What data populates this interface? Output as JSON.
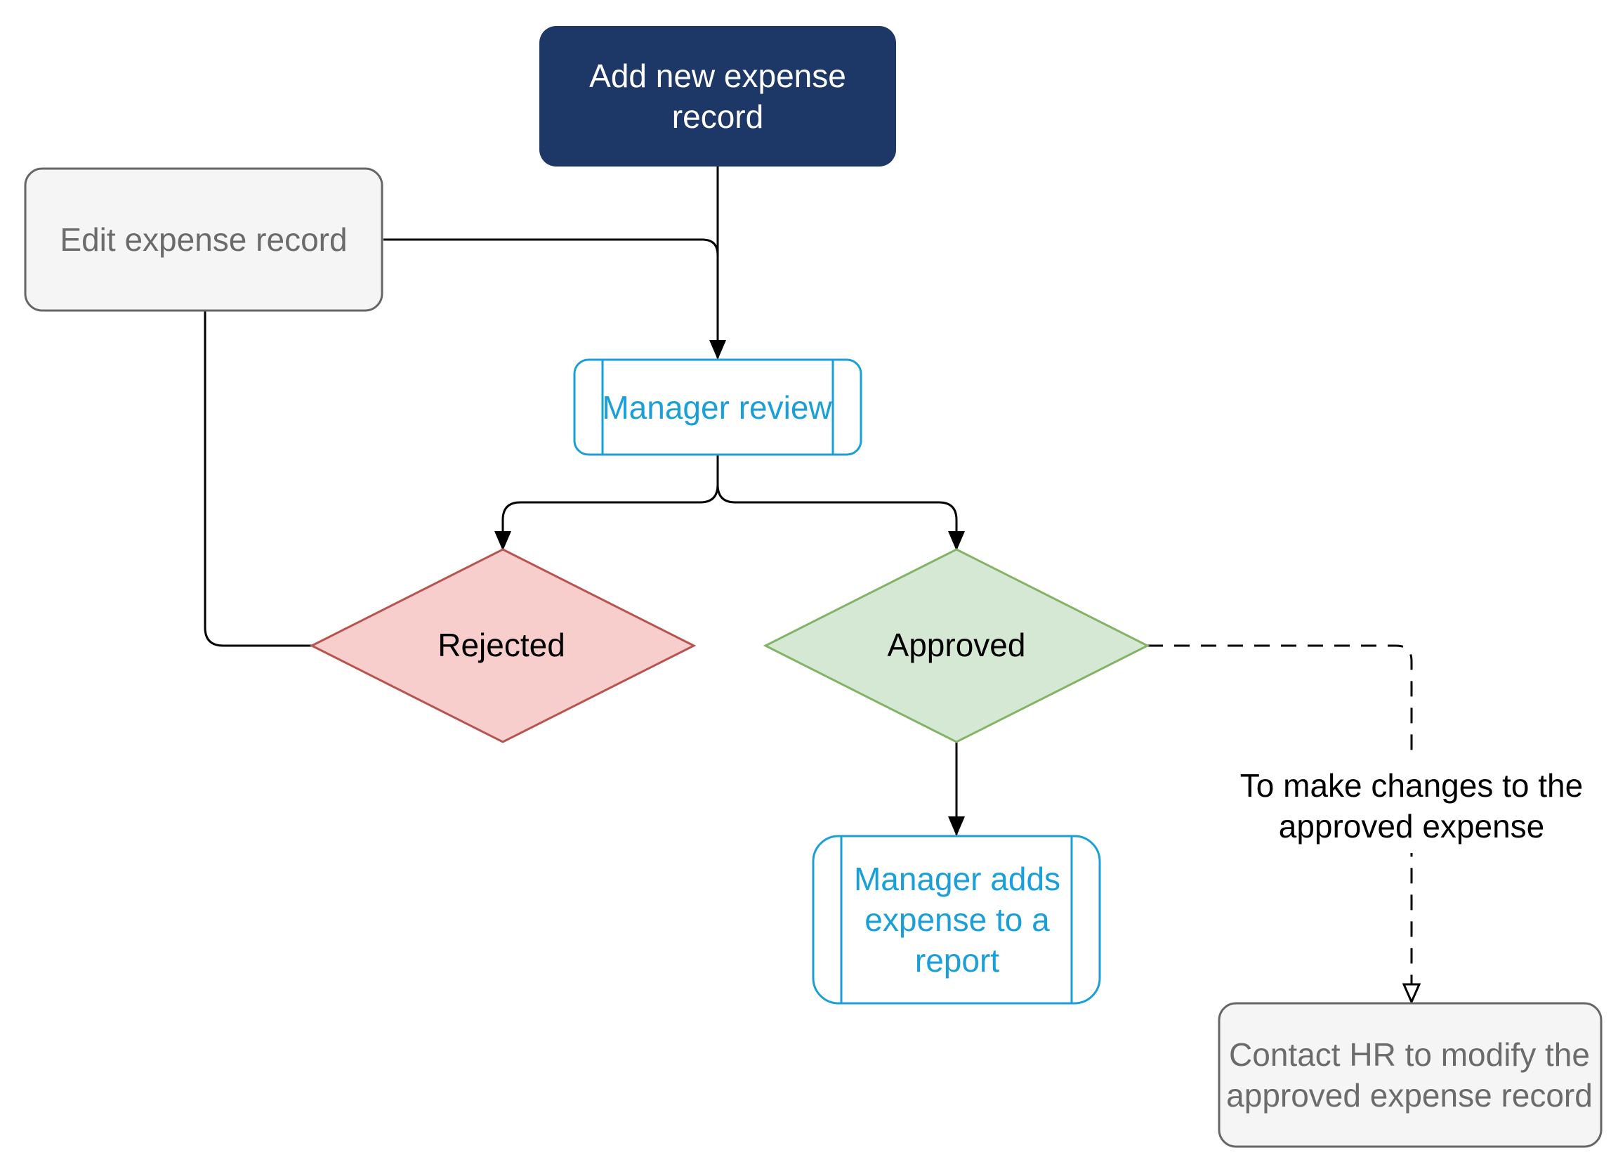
{
  "nodes": {
    "start": "Add new expense record",
    "edit": "Edit expense record",
    "review": "Manager review",
    "rejected": "Rejected",
    "approved": "Approved",
    "adds_to_report": "Manager adds expense to a report",
    "contact_hr": "Contact HR to modify the approved expense record"
  },
  "edge_labels": {
    "approved_to_hr": "To make changes to the approved expense"
  },
  "colors": {
    "start_fill": "#1d3766",
    "start_text": "#ffffff",
    "gray_fill": "#f5f5f5",
    "gray_stroke": "#666666",
    "gray_text": "#6b6b6b",
    "process_stroke": "#1a9fd8",
    "rejected_fill": "#f8cecc",
    "rejected_stroke": "#b85450",
    "approved_fill": "#d5e8d4",
    "approved_stroke": "#82b366",
    "edge": "#000000"
  }
}
